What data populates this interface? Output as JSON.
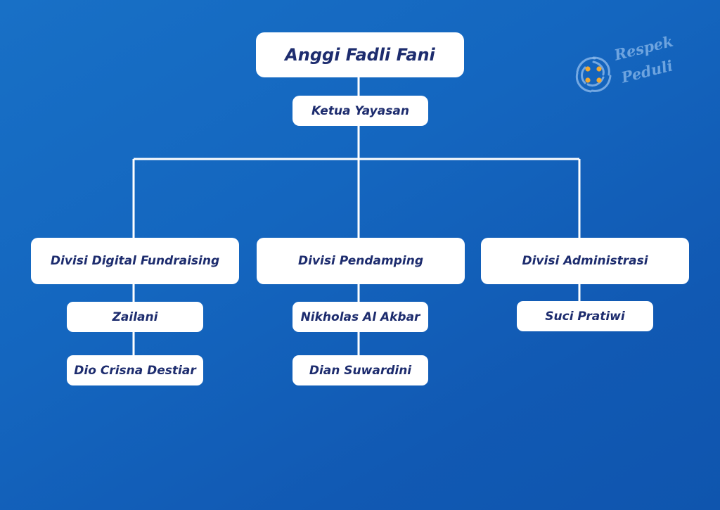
{
  "root": {
    "name": "Anggi Fadli Fani",
    "title": "Ketua Yayasan"
  },
  "divisions": [
    {
      "name": "Divisi Digital Fundraising",
      "members": [
        "Zailani",
        "Dio Crisna Destiar"
      ]
    },
    {
      "name": "Divisi Pendamping",
      "members": [
        "Nikholas Al Akbar",
        "Dian Suwardini"
      ]
    },
    {
      "name": "Divisi Administrasi",
      "members": [
        "Suci Pratiwi"
      ]
    }
  ],
  "logo": {
    "line1": "Respek",
    "line2": "Peduli",
    "icon": "circle-swirl-logo-icon"
  },
  "colors": {
    "background": "#1466bf",
    "box": "#ffffff",
    "text": "#1d2c6e",
    "connector": "#ffffff",
    "logo_dots": "#f0a832"
  }
}
